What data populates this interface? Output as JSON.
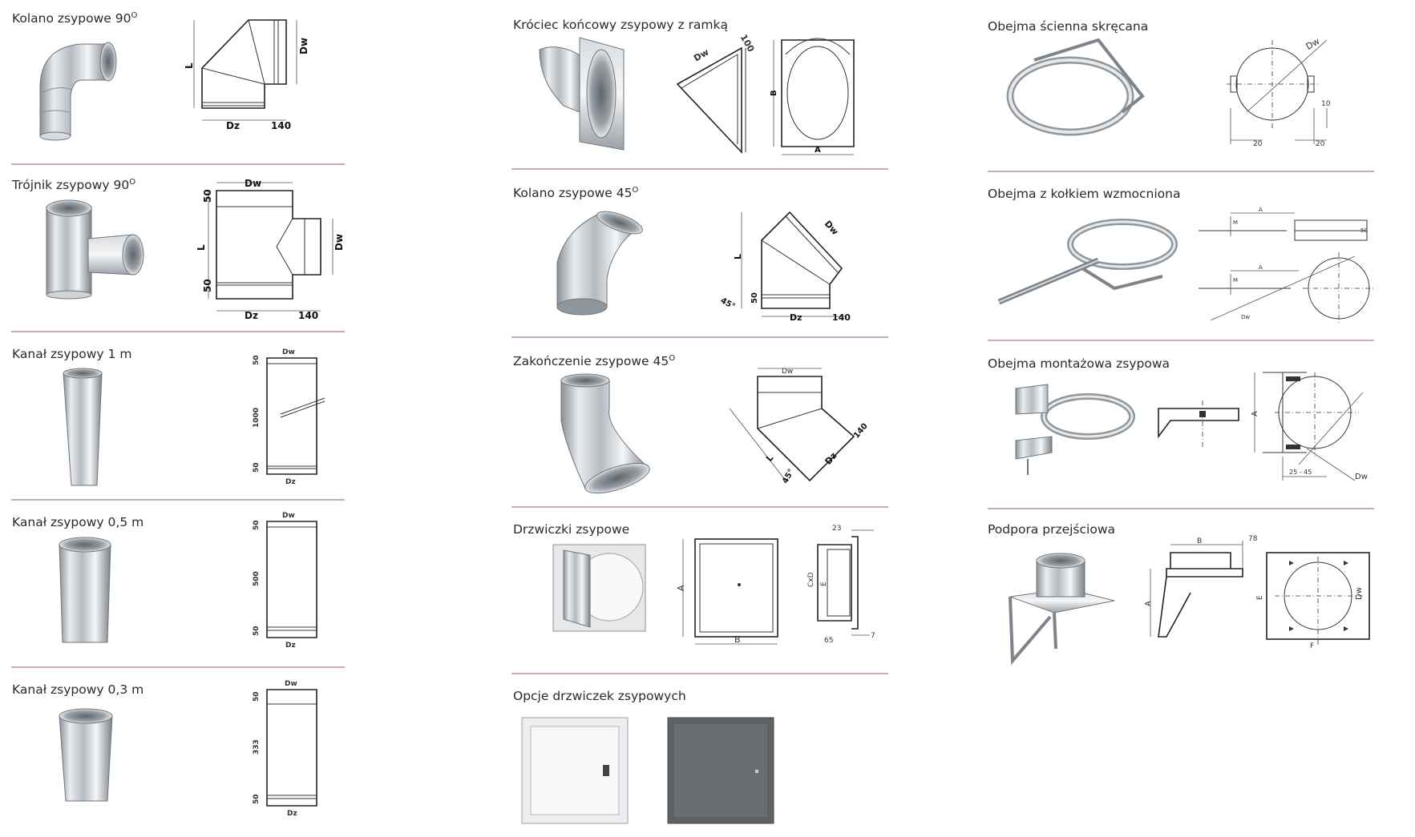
{
  "colors": {
    "separator": "#c9a9c3",
    "metal_light": "#eef0f2",
    "metal_dark": "#7d848b",
    "door_grey": "#5f6266"
  },
  "col1": [
    {
      "title": "Kolano zsypowe 90",
      "sup": "O",
      "labels": [
        "L",
        "Dw",
        "Dz",
        "140"
      ]
    },
    {
      "title": "Trójnik zsypowy 90",
      "sup": "O",
      "labels": [
        "Dw",
        "50",
        "L",
        "Dw",
        "50",
        "Dz",
        "140"
      ]
    },
    {
      "title": "Kanał zsypowy 1 m",
      "sup": "",
      "labels": [
        "Dw",
        "50",
        "1000",
        "50",
        "Dz"
      ]
    },
    {
      "title": "Kanał zsypowy 0,5 m",
      "sup": "",
      "labels": [
        "Dw",
        "50",
        "500",
        "50",
        "Dz"
      ]
    },
    {
      "title": "Kanał zsypowy 0,3 m",
      "sup": "",
      "labels": [
        "Dw",
        "50",
        "333",
        "50",
        "Dz"
      ]
    }
  ],
  "col2": [
    {
      "title": "Króciec końcowy zsypowy z ramką",
      "sup": "",
      "labels": [
        "Dw",
        "100",
        "B",
        "A"
      ]
    },
    {
      "title": "Kolano zsypowe 45",
      "sup": "O",
      "labels": [
        "Dw",
        "L",
        "45°",
        "50",
        "Dz",
        "140"
      ]
    },
    {
      "title": "Zakończenie zsypowe 45",
      "sup": "O",
      "labels": [
        "Dw",
        "L",
        "45°",
        "Dz",
        "140"
      ]
    },
    {
      "title": "Drzwiczki zsypowe",
      "sup": "",
      "labels": [
        "A",
        "B",
        "23",
        "CxD",
        "E",
        "65",
        "7"
      ]
    },
    {
      "title": "Opcje drzwiczek zsypowych",
      "sup": "",
      "labels": []
    }
  ],
  "col3": [
    {
      "title": "Obejma ścienna skręcana",
      "sup": "",
      "labels": [
        "Dw",
        "20",
        "20",
        "10"
      ]
    },
    {
      "title": "Obejma z kołkiem wzmocniona",
      "sup": "",
      "labels": [
        "A",
        "M",
        "A",
        "M",
        "Dw",
        "50"
      ]
    },
    {
      "title": "Obejma montażowa zsypowa",
      "sup": "",
      "labels": [
        "A",
        "25 - 45",
        "Dw"
      ]
    },
    {
      "title": "Podpora przejściowa",
      "sup": "",
      "labels": [
        "B",
        "78",
        "A",
        "E",
        "Dw",
        "F"
      ]
    }
  ]
}
